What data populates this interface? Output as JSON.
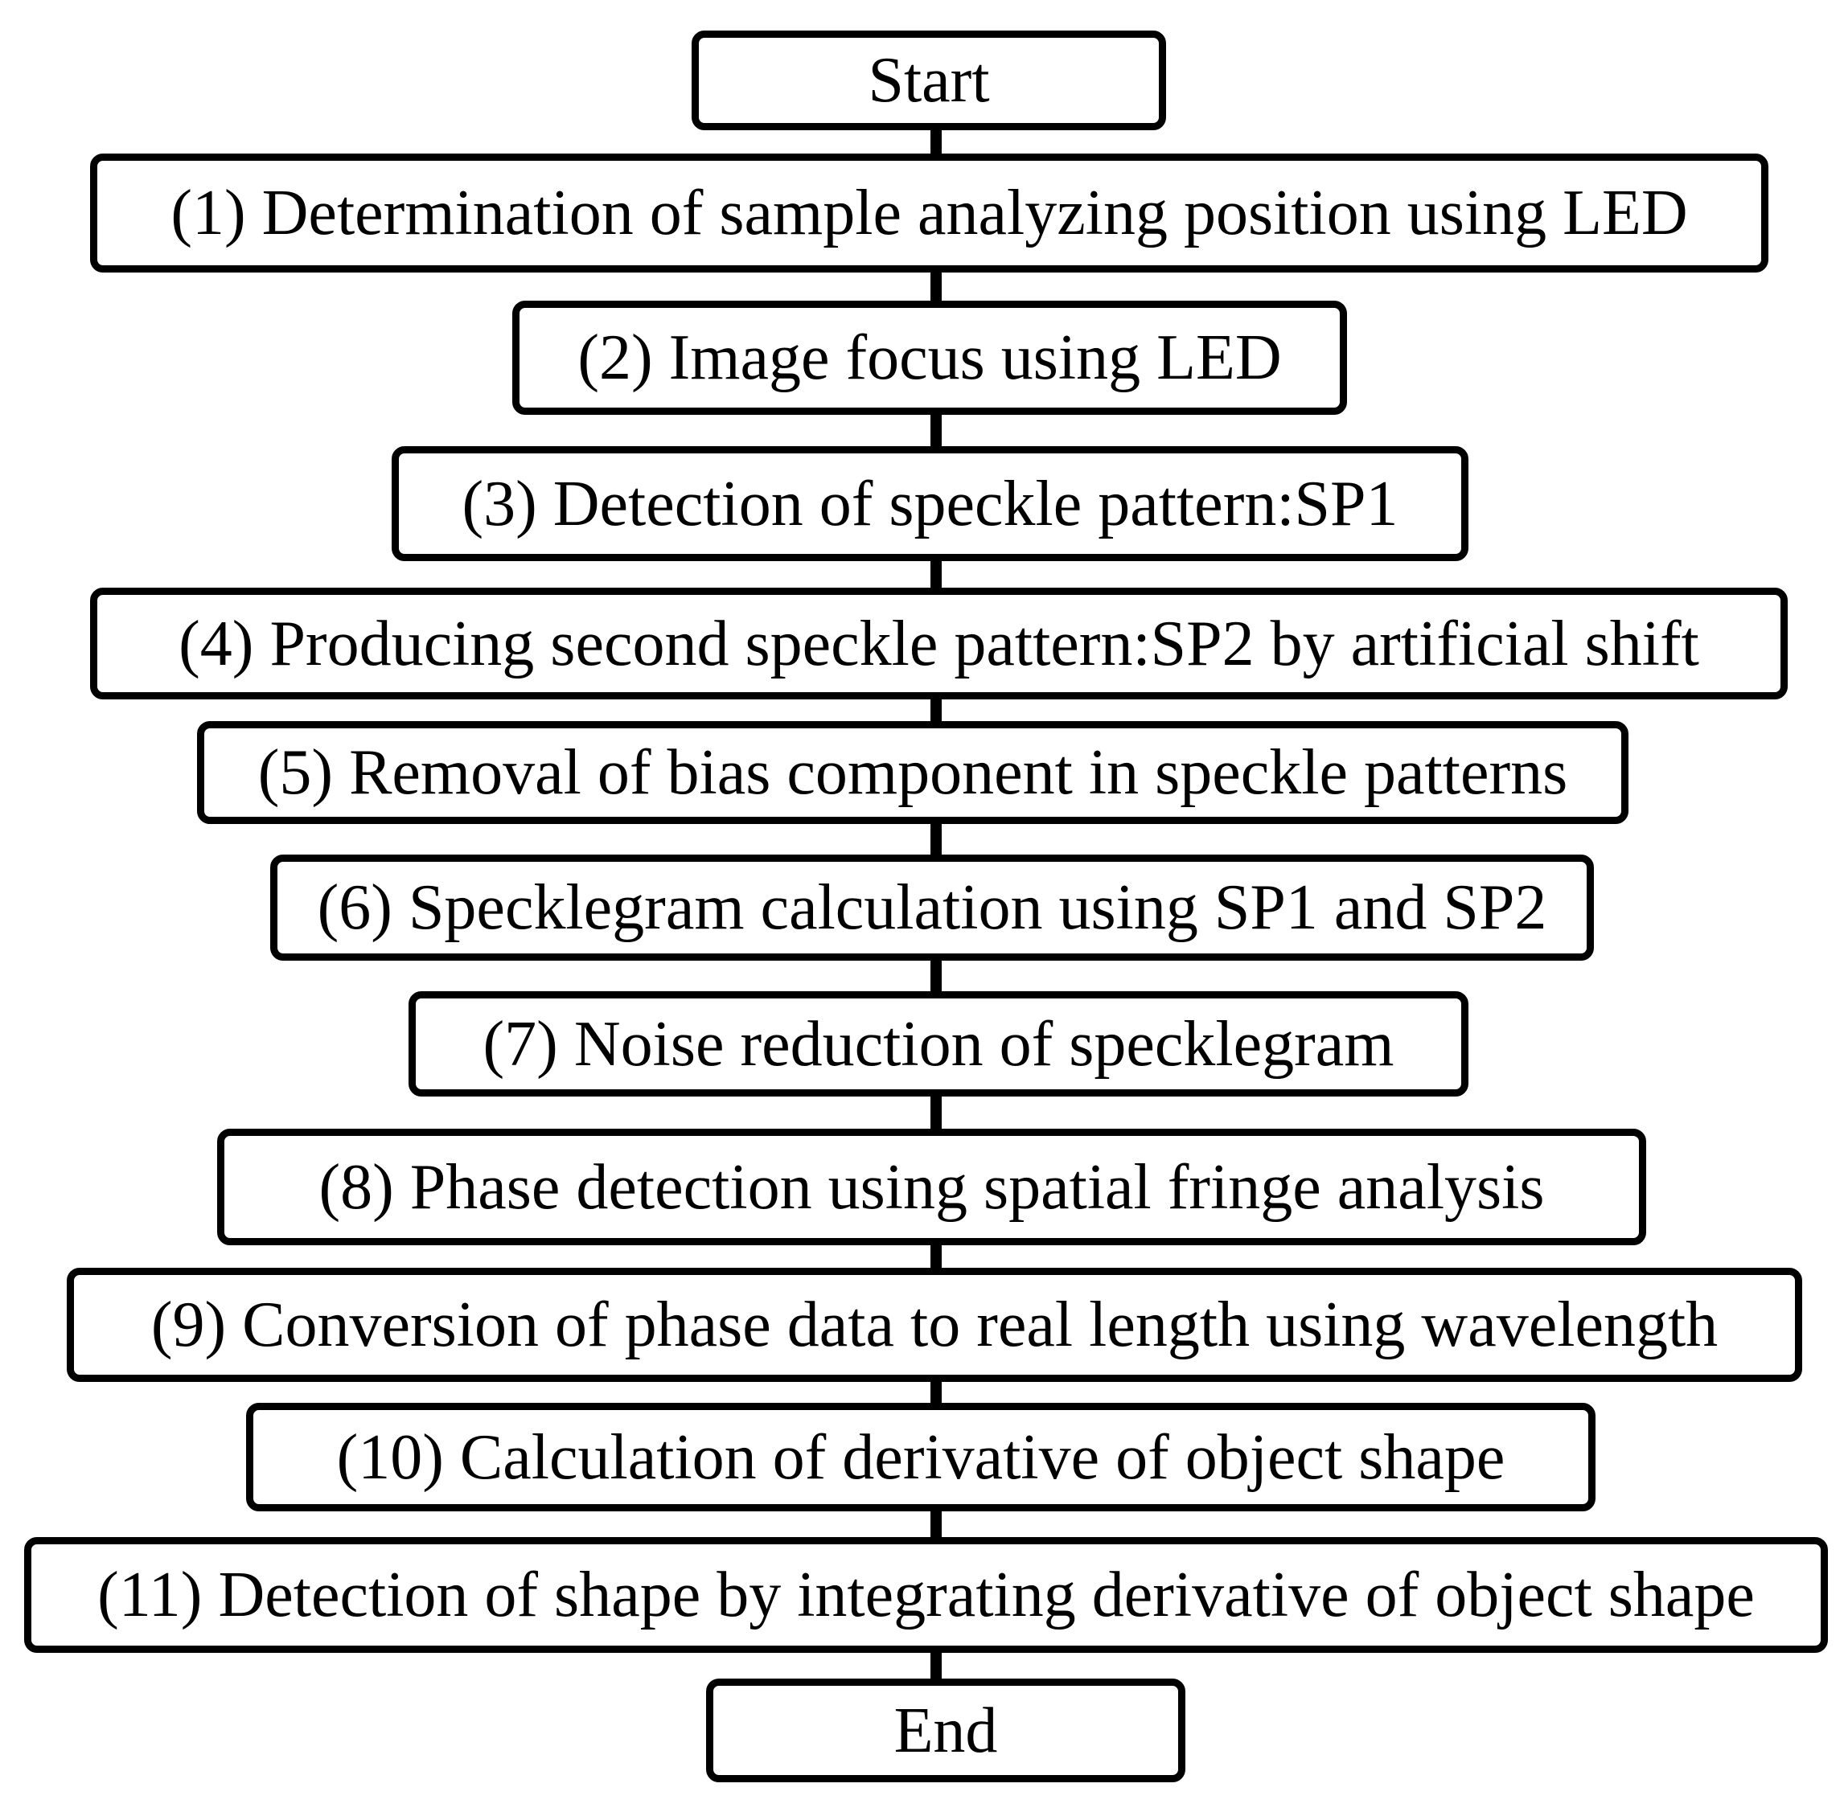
{
  "diagram": {
    "type": "flowchart",
    "direction": "top-to-bottom",
    "start": "Start",
    "steps": [
      "(1) Determination of sample analyzing position using LED",
      "(2) Image focus using LED",
      "(3) Detection of speckle pattern:SP1",
      "(4) Producing second speckle pattern:SP2 by artificial shift",
      "(5) Removal of bias component in speckle patterns",
      "(6) Specklegram calculation using SP1 and SP2",
      "(7) Noise reduction of specklegram",
      "(8) Phase detection using spatial fringe analysis",
      "(9) Conversion of phase data to real length using wavelength",
      "(10) Calculation of derivative of object shape",
      "(11) Detection of shape by integrating derivative of object shape"
    ],
    "end": "End"
  }
}
